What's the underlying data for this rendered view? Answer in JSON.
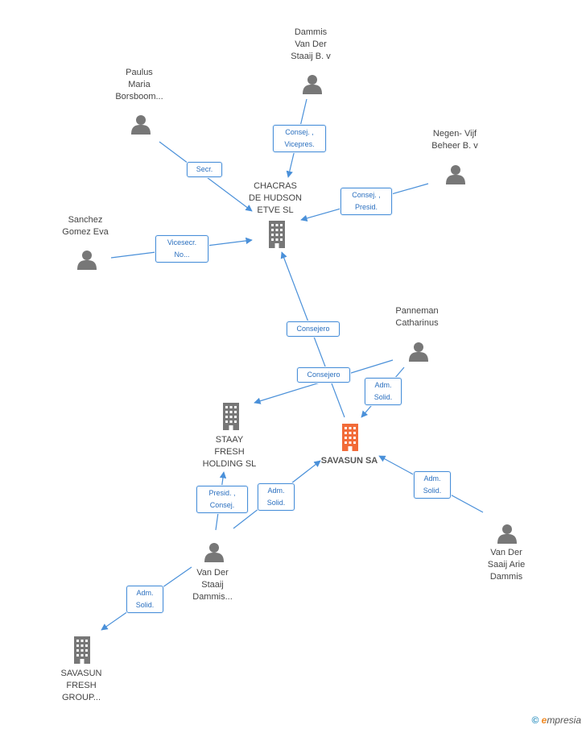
{
  "colors": {
    "edge": "#4a90d9",
    "person": "#777777",
    "company": "#777777",
    "focus_company": "#f26b38"
  },
  "nodes": {
    "dammis": {
      "label": "Dammis\nVan Der\nStaaij B. v",
      "icon": "person-icon"
    },
    "paulus": {
      "label": "Paulus\nMaria\nBorsboom...",
      "icon": "person-icon"
    },
    "negen": {
      "label": "Negen-  Vijf\nBeheer B. v",
      "icon": "person-icon"
    },
    "chacras": {
      "label": "CHACRAS\nDE HUDSON\nETVE SL",
      "icon": "building-icon"
    },
    "sanchez": {
      "label": "Sanchez\nGomez Eva",
      "icon": "person-icon"
    },
    "panneman": {
      "label": "Panneman\nCatharinus",
      "icon": "person-icon"
    },
    "staay": {
      "label": "STAAY\nFRESH\nHOLDING SL",
      "icon": "building-icon"
    },
    "savasun": {
      "label": "SAVASUN SA",
      "icon": "building-icon"
    },
    "vandersaaij": {
      "label": "Van Der\nSaaij Arie\nDammis",
      "icon": "person-icon"
    },
    "vanderstaaij": {
      "label": "Van Der\nStaaij\nDammis...",
      "icon": "person-icon"
    },
    "savasun_fresh": {
      "label": "SAVASUN\nFRESH\nGROUP...",
      "icon": "building-icon"
    }
  },
  "relations": {
    "r1": "Consej. ,\nVicepres.",
    "r2": "Secr.",
    "r3": "Consej. ,\nPresid.",
    "r4": "Vicesecr.\nNo...",
    "r5": "Consejero",
    "r6": "Consejero",
    "r7": "Adm.\nSolid.",
    "r8": "Presid. ,\nConsej.",
    "r9": "Adm.\nSolid.",
    "r10": "Adm.\nSolid.",
    "r11": "Adm.\nSolid."
  },
  "footer": {
    "copyright": "©",
    "brand_initial": "e",
    "brand_rest": "mpresia"
  }
}
